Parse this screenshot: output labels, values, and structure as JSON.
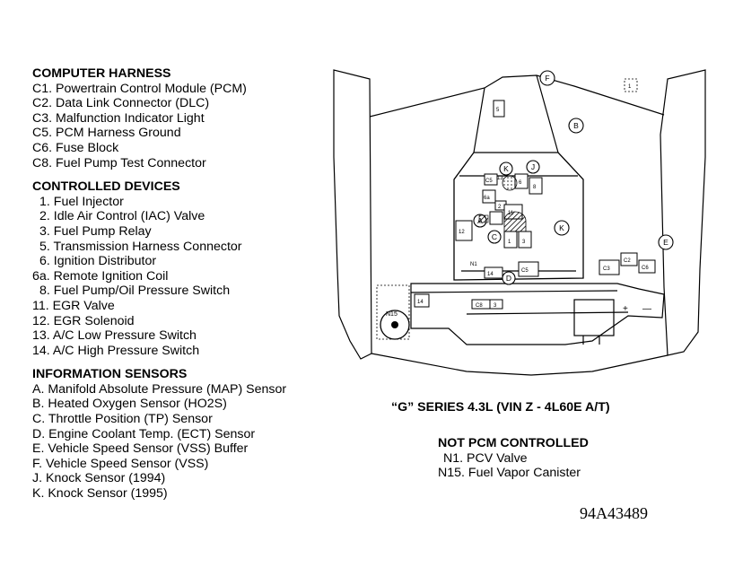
{
  "legend": {
    "computer_harness": {
      "heading": "COMPUTER HARNESS",
      "items": [
        "C1. Powertrain Control Module (PCM)",
        "C2. Data Link Connector (DLC)",
        "C3. Malfunction Indicator Light",
        "C5. PCM Harness Ground",
        "C6. Fuse Block",
        "C8. Fuel Pump Test Connector"
      ]
    },
    "controlled_devices": {
      "heading": "CONTROLLED DEVICES",
      "items": [
        "1. Fuel Injector",
        "2. Idle Air Control (IAC) Valve",
        "3. Fuel Pump Relay",
        "5. Transmission Harness Connector",
        "6. Ignition Distributor",
        "6a. Remote Ignition Coil",
        "8. Fuel Pump/Oil Pressure Switch",
        "11. EGR Valve",
        "12. EGR Solenoid",
        "13. A/C Low Pressure Switch",
        "14. A/C High Pressure Switch"
      ]
    },
    "information_sensors": {
      "heading": "INFORMATION SENSORS",
      "items": [
        "A. Manifold Absolute Pressure (MAP) Sensor",
        "B. Heated Oxygen Sensor (HO2S)",
        "C. Throttle Position (TP) Sensor",
        "D. Engine Coolant Temp. (ECT) Sensor",
        "E. Vehicle Speed Sensor (VSS) Buffer",
        "F. Vehicle Speed Sensor (VSS)",
        "J. Knock Sensor (1994)",
        "K. Knock Sensor (1995)"
      ]
    }
  },
  "caption": "“G” SERIES 4.3L (VIN Z - 4L60E A/T)",
  "not_pcm": {
    "heading": "NOT PCM CONTROLLED",
    "items": [
      "N1. PCV Valve",
      "N15. Fuel Vapor Canister"
    ]
  },
  "figure_number": "94A43489",
  "diagram_labels": {
    "F": "F",
    "B": "B",
    "E": "E",
    "K": "K",
    "J": "J",
    "A": "A",
    "C": "C",
    "D": "D",
    "c5": "C5",
    "c5b": "C5",
    "c3": "C3",
    "c2": "C2",
    "c6": "C6",
    "c8": "C8",
    "n15": "N15",
    "n1": "N1",
    "l5": "5",
    "l11": "11",
    "l12": "12",
    "l13": "13",
    "l14": "14",
    "l14b": "14",
    "l6a": "6a",
    "l6": "6",
    "l8": "8",
    "l2": "2",
    "l1": "1",
    "l3": "3",
    "plus": "+",
    "minus": "—"
  }
}
